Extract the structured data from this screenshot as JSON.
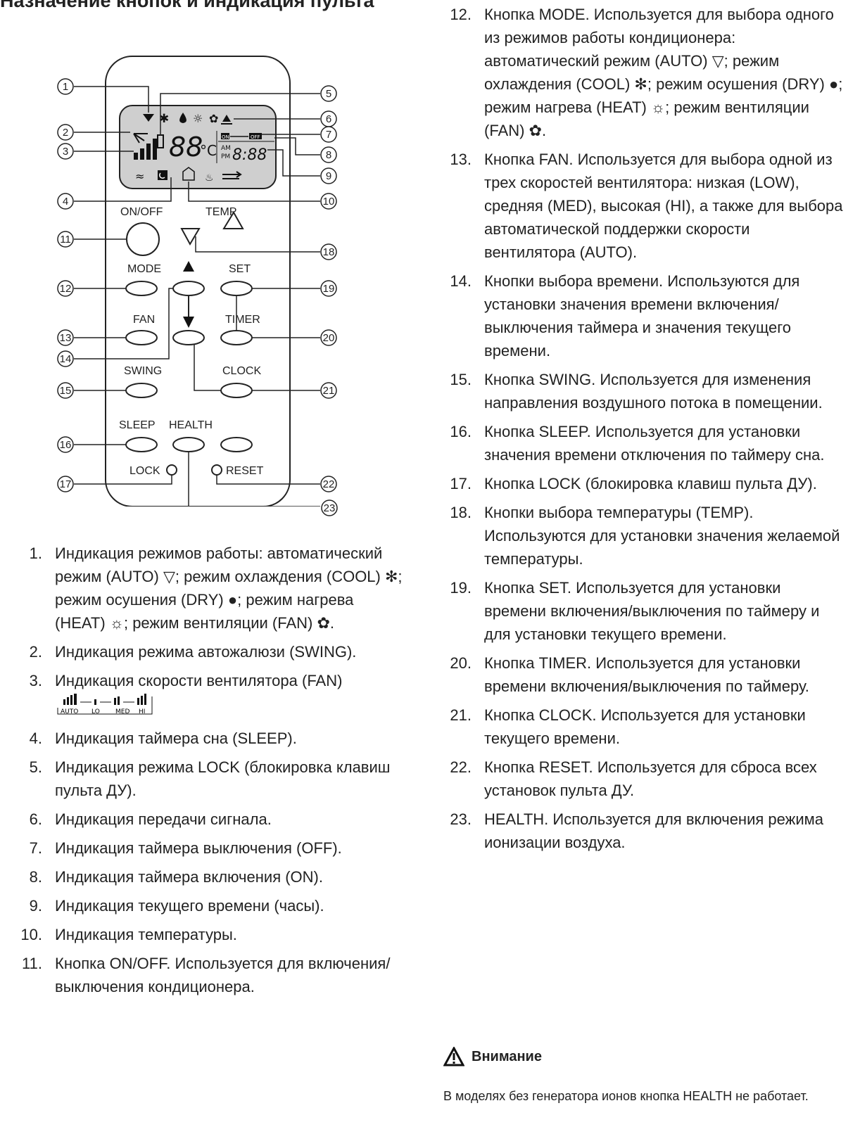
{
  "header": {
    "title": "Назначение кнопок и индикация пульта"
  },
  "remote": {
    "labels": {
      "on_off": "ON/OFF",
      "temp": "TEMP",
      "mode": "MODE",
      "set": "SET",
      "fan": "FAN",
      "timer": "TIMER",
      "swing": "SWING",
      "clock": "CLOCK",
      "sleep": "SLEEP",
      "health": "HEALTH",
      "lock": "LOCK",
      "reset": "RESET"
    },
    "display": {
      "temp_digits": "88",
      "temp_unit": "°C",
      "am": "AM",
      "pm": "PM",
      "clock_digits": "8:88",
      "timer_on": "ON",
      "timer_off": "OFF"
    },
    "callouts": [
      "1",
      "2",
      "3",
      "4",
      "5",
      "6",
      "7",
      "8",
      "9",
      "10",
      "11",
      "12",
      "13",
      "14",
      "15",
      "16",
      "17",
      "18",
      "19",
      "20",
      "21",
      "22",
      "23"
    ]
  },
  "left_items": [
    {
      "num": "1.",
      "text": "Индикация режимов работы: автоматический режим (AUTO) ▽; режим охлаждения (COOL) ✻; режим осушения (DRY) ●; режим нагрева (HEAT) ☼; режим вентиляции (FAN) ✿."
    },
    {
      "num": "2.",
      "text": "Индикация режима автожалюзи (SWING)."
    },
    {
      "num": "3.",
      "text": "Индикация скорости вентилятора (FAN)"
    },
    {
      "num": "4.",
      "text": "Индикация таймера сна (SLEEP)."
    },
    {
      "num": "5.",
      "text": "Индикация режима LOCK (блокировка клавиш пульта ДУ)."
    },
    {
      "num": "6.",
      "text": "Индикация передачи сигнала."
    },
    {
      "num": "7.",
      "text": "Индикация таймера выключения (OFF)."
    },
    {
      "num": "8.",
      "text": "Индикация таймера включения (ON)."
    },
    {
      "num": "9.",
      "text": "Индикация текущего времени (часы)."
    },
    {
      "num": "10.",
      "text": "Индикация температуры."
    },
    {
      "num": "11.",
      "text": "Кнопка ON/OFF. Используется для включения/выключения кондиционера."
    }
  ],
  "fan_scale": {
    "auto": "AUTO",
    "lo": "LO",
    "med": "MED",
    "hi": "HI"
  },
  "right_items": [
    {
      "num": "12.",
      "text": "Кнопка MODE. Используется для выбора одного из режимов работы кондиционера: автоматический режим (AUTO) ▽; режим охлаждения (COOL) ✻; режим осушения (DRY) ●; режим нагрева (HEAT) ☼; режим вентиляции (FAN) ✿."
    },
    {
      "num": "13.",
      "text": "Кнопка FAN. Используется для выбора одной из трех скоростей вентилятора: низкая (LOW), средняя (MED), высокая (HI), а также для выбора автоматической поддержки скорости вентилятора (AUTO)."
    },
    {
      "num": "14.",
      "text": "Кнопки выбора времени. Используются для установки значения времени включения/выключения таймера и значения текущего времени."
    },
    {
      "num": "15.",
      "text": "Кнопка SWING. Используется для изменения направления воздушного потока в помещении."
    },
    {
      "num": "16.",
      "text": "Кнопка SLEEP. Используется для установки значения времени отключения по таймеру сна."
    },
    {
      "num": "17.",
      "text": "Кнопка LOCK (блокировка клавиш пульта ДУ)."
    },
    {
      "num": "18.",
      "text": "Кнопки выбора температуры (TEMP). Используются для установки значения желаемой температуры."
    },
    {
      "num": "19.",
      "text": "Кнопка SET. Используется для установки времени включения/выключения по таймеру и для установки текущего времени."
    },
    {
      "num": "20.",
      "text": "Кнопка TIMER. Используется для установки времени включения/выключения по таймеру."
    },
    {
      "num": "21.",
      "text": "Кнопка CLOCK. Используется для установки текущего времени."
    },
    {
      "num": "22.",
      "text": "Кнопка RESET. Используется для сброса всех установок пульта ДУ."
    },
    {
      "num": "23.",
      "text": "HEALTH. Используется для включения режима ионизации воздуха."
    }
  ],
  "warning": {
    "title": "Внимание",
    "text": "В моделях без генератора ионов кнопка HEALTH не работает."
  }
}
